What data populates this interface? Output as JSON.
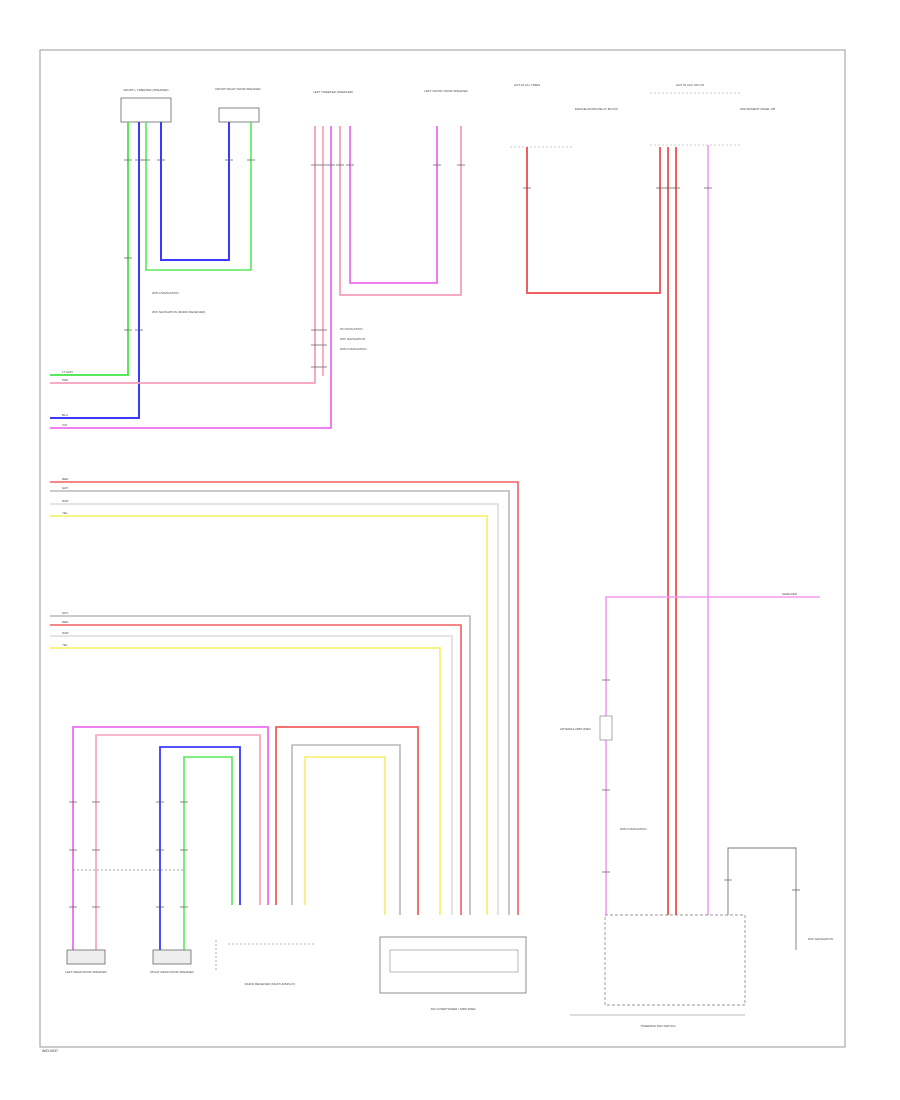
{
  "footer_code": "W/D:0037",
  "colors": {
    "frame": "#9a9a9a",
    "green": "#58e858",
    "blue": "#3a3aff",
    "pink": "#f4a0b8",
    "magenta": "#ee6ef0",
    "red": "#f06060",
    "gray": "#b8b8b8",
    "yellow": "#f2f27a",
    "light_magenta": "#f29cf2"
  },
  "components": {
    "front_l_tweeter": "FRONT L TWEETER (SPEAKER)",
    "front_right_door_speaker": "FRONT RIGHT DOOR SPEAKER",
    "left_tweeter": "LEFT TWEETER (SPEAKER)",
    "left_front_door_speaker": "LEFT FRONT DOOR SPEAKER",
    "hot_at_all_times_label": "HOT AT ALL TIMES",
    "fuse_note_left": "ENGINE ROOM RELAY BLOCK",
    "hot_in_run_label": "HOT IN ACC OR ON",
    "fuse_note_right": "INSTRUMENT PANEL J/B",
    "left_rear_speaker": "LEFT REAR DOOR SPEAKER",
    "right_rear_speaker": "RIGHT REAR DOOR SPEAKER",
    "radio_receiver": "RADIO RECEIVER (MULTI-DISPLAY)",
    "sub_assembly": "AIR CONDITIONER / AMPLIFIER",
    "steering_pad": "STEERING PAD SWITCH",
    "antenna_amp": "ANTENNA AMPLIFIER",
    "with_navigation": "WITH NAVIGATION",
    "w_o_navigation": "W/O NAVIGATION"
  },
  "notes": {
    "splice_1": "WITH NAVIGATION",
    "splice_2": "W/O NAVIGATION (RADIO RECEIVER)",
    "splice_3": "W/ NAVIGATION",
    "splice_4": "W/O NAVIGATION",
    "splice_5": "WITH NAVIGATION"
  },
  "wire_labels": {
    "lg_gr": "LT GRN",
    "pk": "PNK",
    "bu": "BLU",
    "vi": "VIO",
    "rd": "RED",
    "gy": "GRY",
    "wh": "WHT",
    "yl": "YEL",
    "shielded": "SHIELDED"
  }
}
